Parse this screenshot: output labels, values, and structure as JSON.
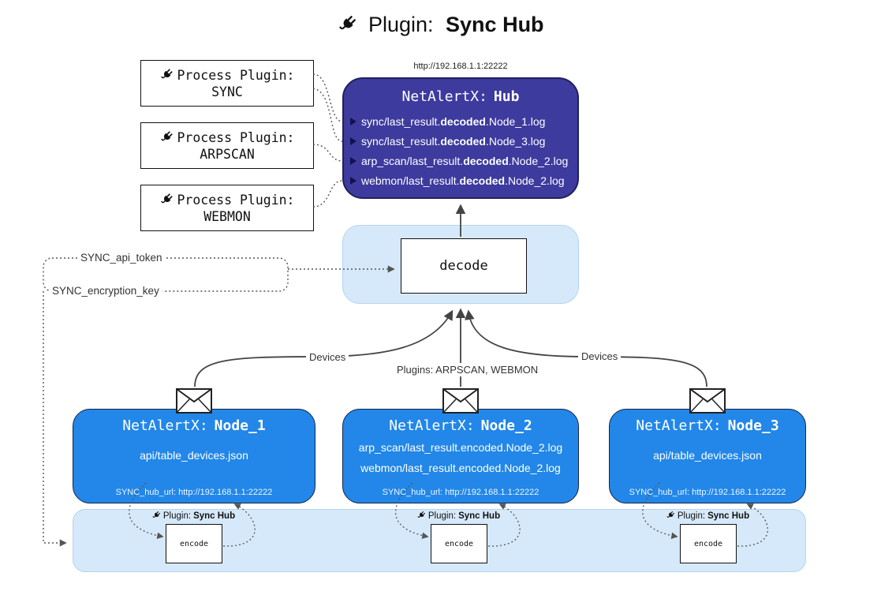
{
  "title": {
    "label": "Plugin:",
    "name": "Sync Hub"
  },
  "process_plugins": [
    {
      "label": "Process Plugin:",
      "name": "SYNC"
    },
    {
      "label": "Process Plugin:",
      "name": "ARPSCAN"
    },
    {
      "label": "Process Plugin:",
      "name": "WEBMON"
    }
  ],
  "hub": {
    "url": "http://192.168.1.1:22222",
    "title_label": "NetAlertX:",
    "title_name": "Hub",
    "logs": [
      {
        "pre": "sync/last_result.",
        "bold": "decoded",
        "post": ".Node_1.log"
      },
      {
        "pre": "sync/last_result.",
        "bold": "decoded",
        "post": ".Node_3.log"
      },
      {
        "pre": "arp_scan/last_result.",
        "bold": "decoded",
        "post": ".Node_2.log"
      },
      {
        "pre": "webmon/last_result.",
        "bold": "decoded",
        "post": ".Node_2.log"
      }
    ]
  },
  "decode_box": {
    "label": "decode"
  },
  "config_labels": {
    "api_token": "SYNC_api_token",
    "encryption_key": "SYNC_encryption_key"
  },
  "edge_labels": {
    "devices_left": "Devices",
    "plugins_center": "Plugins: ARPSCAN, WEBMON",
    "devices_right": "Devices"
  },
  "nodes": [
    {
      "title_label": "NetAlertX:",
      "title_name": "Node_1",
      "files": [
        "api/table_devices.json"
      ],
      "footer": "SYNC_hub_url: http://192.168.1.1:22222"
    },
    {
      "title_label": "NetAlertX:",
      "title_name": "Node_2",
      "files": [
        "arp_scan/last_result.encoded.Node_2.log",
        "webmon/last_result.encoded.Node_2.log"
      ],
      "footer": "SYNC_hub_url: http://192.168.1.1:22222"
    },
    {
      "title_label": "NetAlertX:",
      "title_name": "Node_3",
      "files": [
        "api/table_devices.json"
      ],
      "footer": "SYNC_hub_url: http://192.168.1.1:22222"
    }
  ],
  "encode_section": {
    "groups": [
      {
        "plugin_label": "Plugin:",
        "plugin_name": "Sync Hub",
        "box_label": "encode"
      },
      {
        "plugin_label": "Plugin:",
        "plugin_name": "Sync Hub",
        "box_label": "encode"
      },
      {
        "plugin_label": "Plugin:",
        "plugin_name": "Sync Hub",
        "box_label": "encode"
      }
    ]
  },
  "colors": {
    "hub_bg": "#3d3b9e",
    "node_bg": "#2287e8",
    "panel_bg": "#d6e9fa"
  }
}
